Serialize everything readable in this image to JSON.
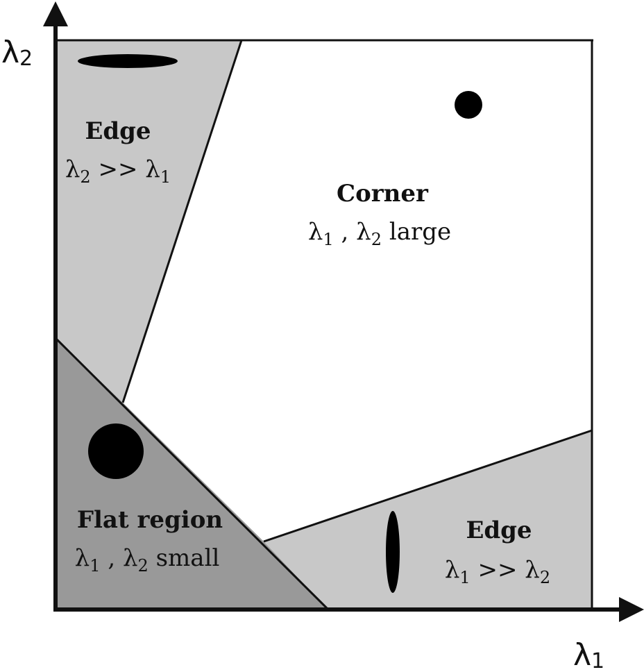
{
  "axes": {
    "x": {
      "symbol": "λ",
      "sub": "1"
    },
    "y": {
      "symbol": "λ",
      "sub": "2"
    }
  },
  "regions": {
    "edge_top": {
      "title": "Edge",
      "condition": {
        "a": "λ",
        "a_sub": "2",
        "op": " >> ",
        "b": "λ",
        "b_sub": "1"
      },
      "fill": "#c8c8c8"
    },
    "corner": {
      "title": "Corner",
      "condition": {
        "a": "λ",
        "a_sub": "1",
        "sep": " , ",
        "b": "λ",
        "b_sub": "2",
        "tail": " large"
      },
      "fill": "#ffffff"
    },
    "flat": {
      "title": "Flat region",
      "condition": {
        "a": "λ",
        "a_sub": "1",
        "sep": " , ",
        "b": "λ",
        "b_sub": "2",
        "tail": " small"
      },
      "fill": "#999999"
    },
    "edge_bottom": {
      "title": "Edge",
      "condition": {
        "a": "λ",
        "a_sub": "1",
        "op": " >> ",
        "b": "λ",
        "b_sub": "2"
      },
      "fill": "#c8c8c8"
    }
  },
  "colors": {
    "line": "#111111",
    "marker": "#000000"
  }
}
